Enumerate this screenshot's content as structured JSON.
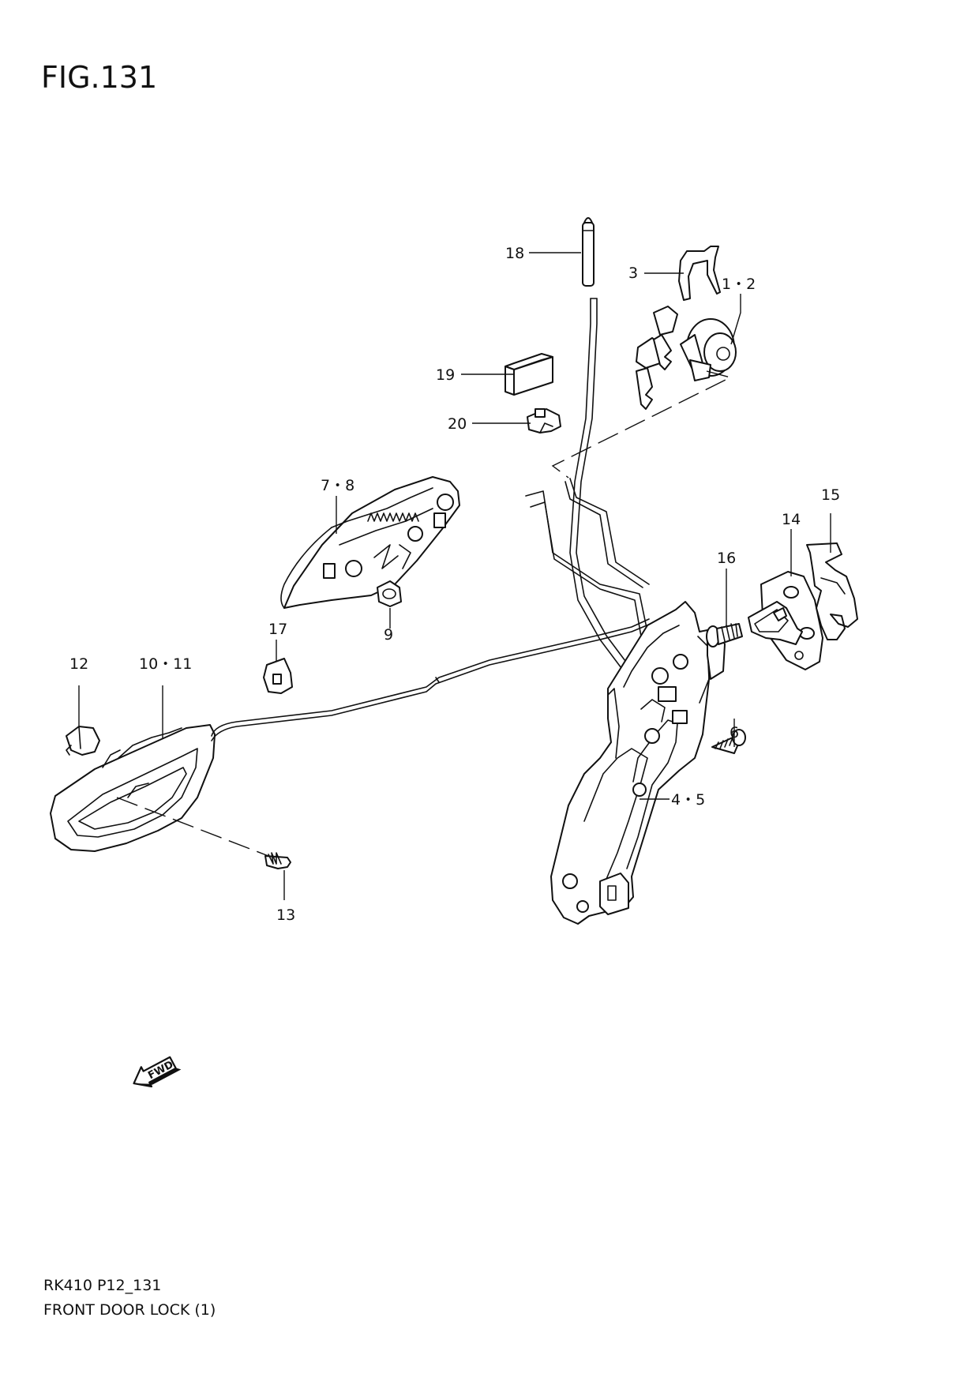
{
  "figure": {
    "title": "FIG.131",
    "model_code": "RK410 P12_131",
    "name": "FRONT DOOR LOCK (1)"
  },
  "callouts": [
    {
      "id": "c18",
      "label": "18"
    },
    {
      "id": "c3",
      "label": "3"
    },
    {
      "id": "c12a",
      "label": "1・2"
    },
    {
      "id": "c19",
      "label": "19"
    },
    {
      "id": "c20",
      "label": "20"
    },
    {
      "id": "c78",
      "label": "7・8"
    },
    {
      "id": "c15",
      "label": "15"
    },
    {
      "id": "c14",
      "label": "14"
    },
    {
      "id": "c16",
      "label": "16"
    },
    {
      "id": "c9",
      "label": "9"
    },
    {
      "id": "c17",
      "label": "17"
    },
    {
      "id": "c12",
      "label": "12"
    },
    {
      "id": "c1011",
      "label": "10・11"
    },
    {
      "id": "c6",
      "label": "6"
    },
    {
      "id": "c45",
      "label": "4・5"
    },
    {
      "id": "c13",
      "label": "13"
    }
  ],
  "fwd_arrow": {
    "label": "FWD"
  },
  "colors": {
    "line": "#111111",
    "background": "#ffffff"
  }
}
